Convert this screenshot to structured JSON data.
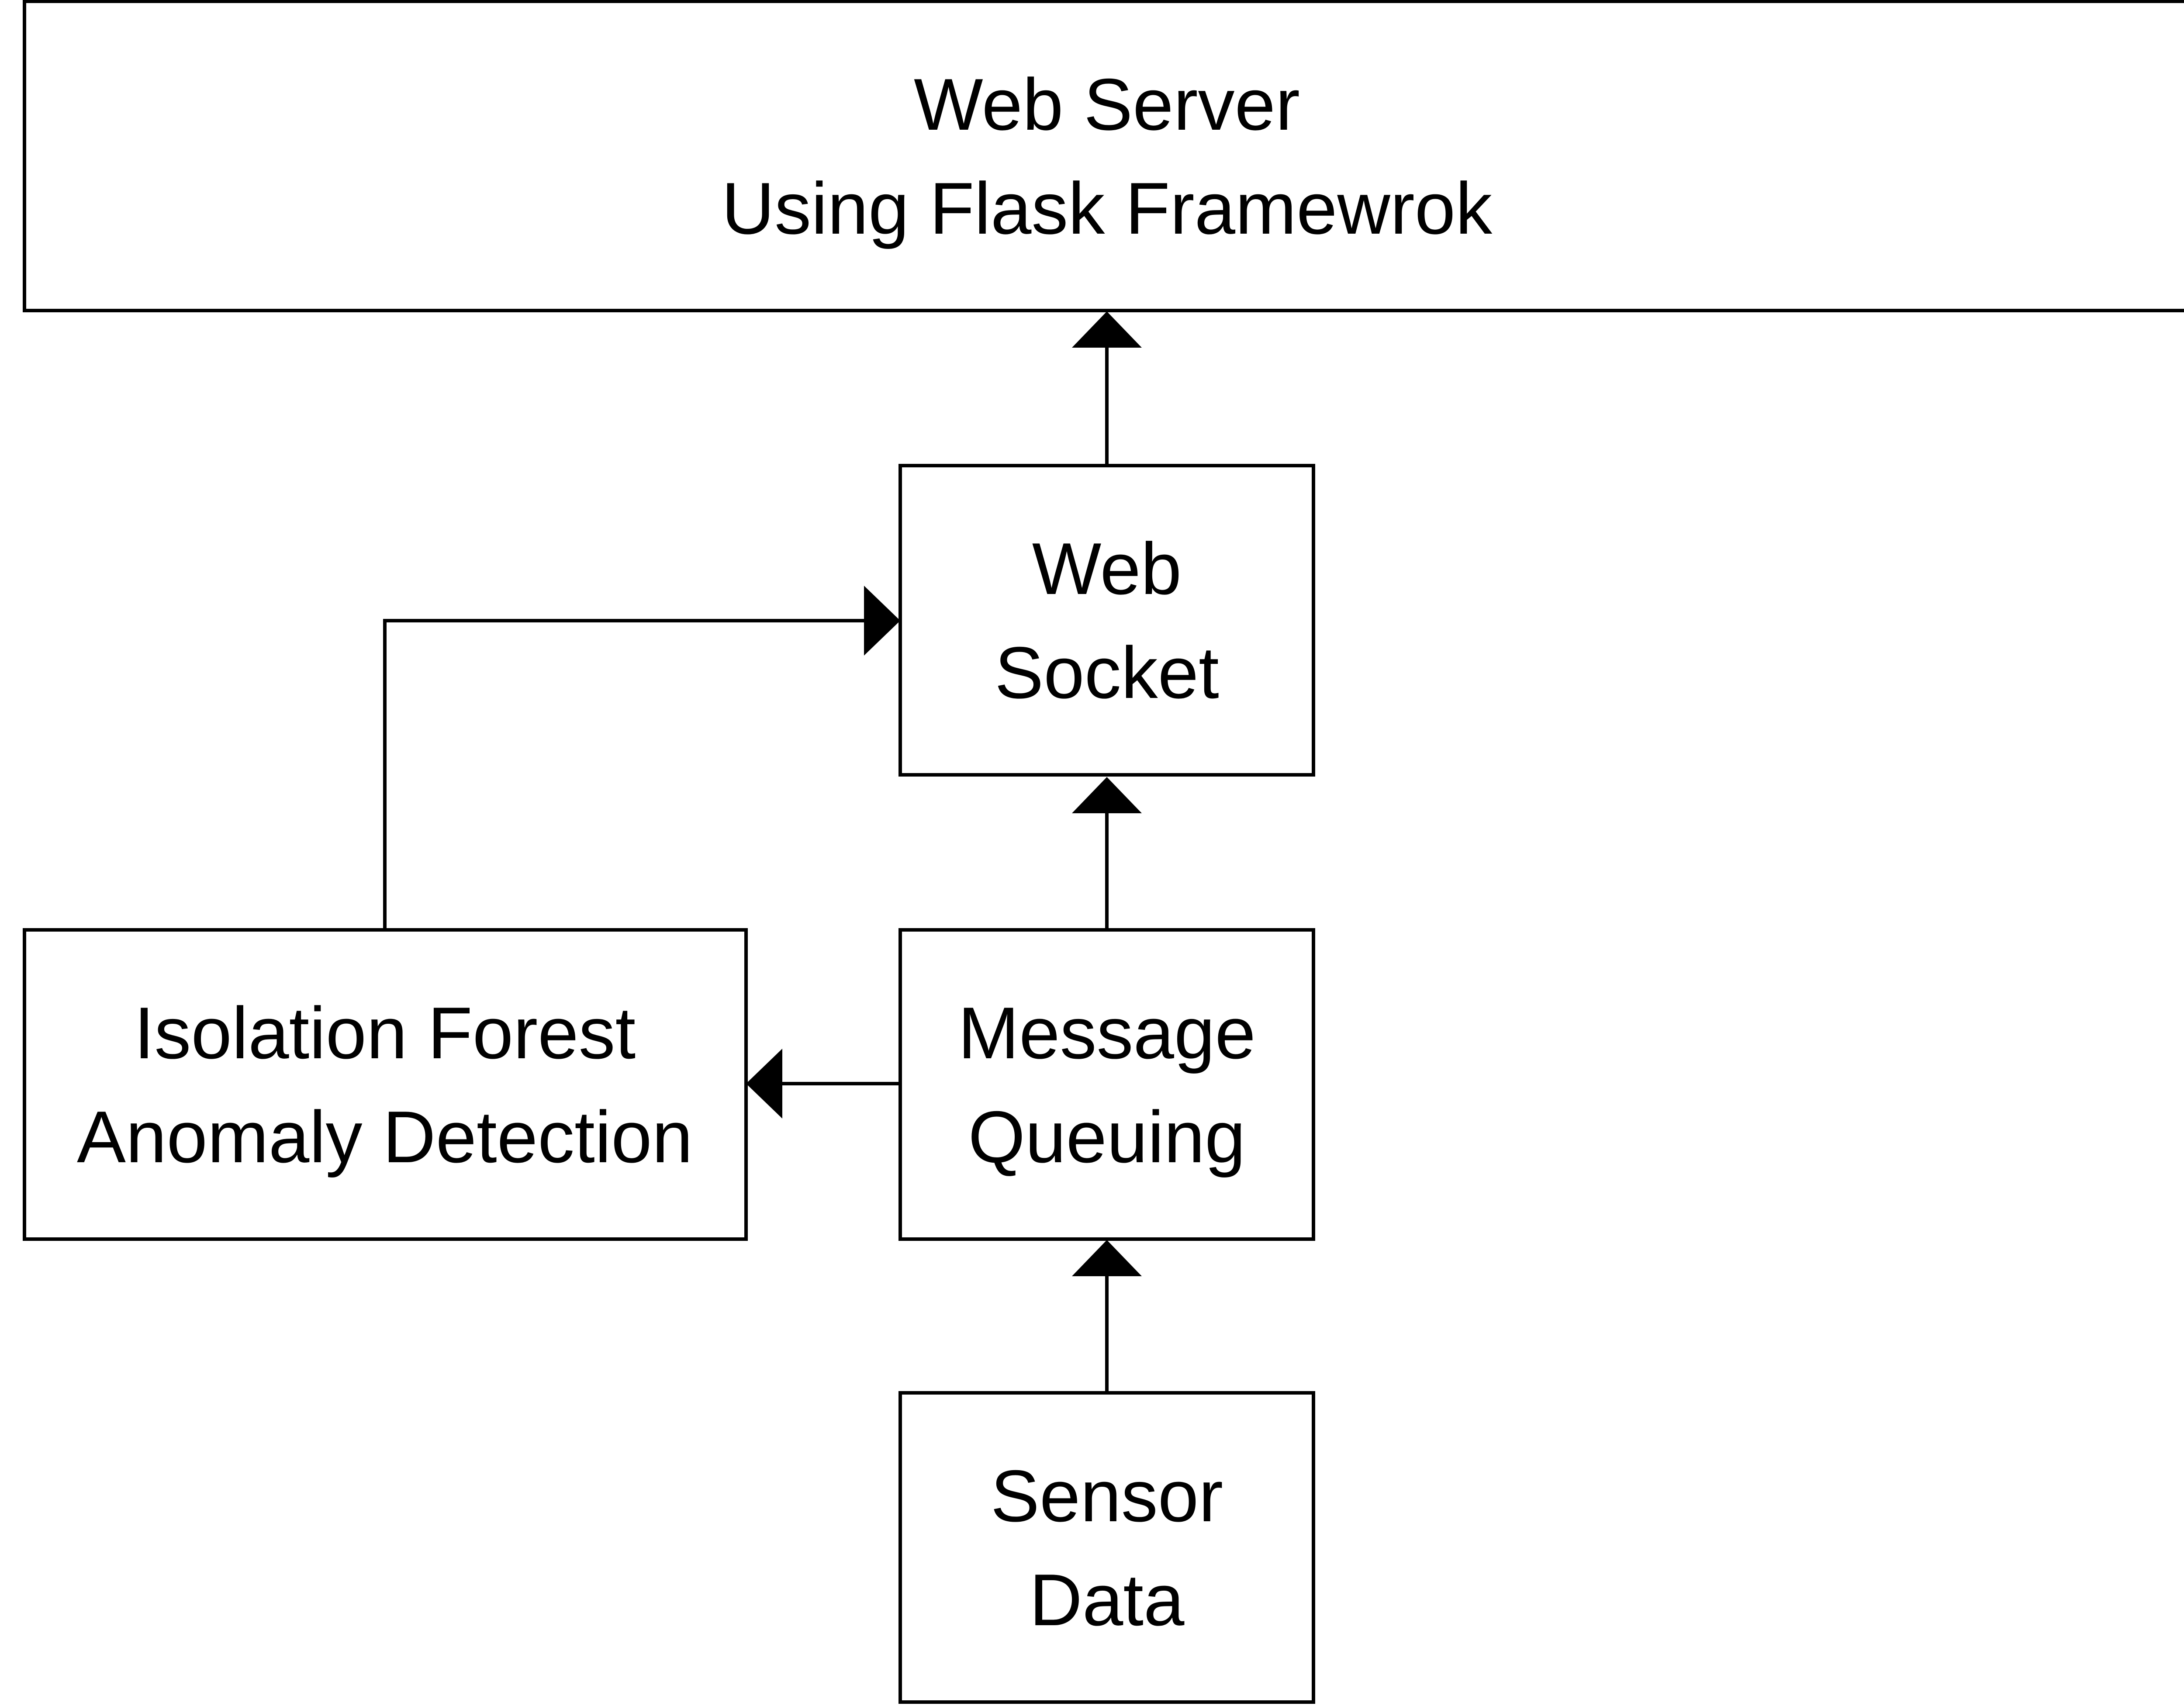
{
  "nodes": {
    "web_server": {
      "lines": [
        "Web Server",
        "Using Flask Framewrok"
      ]
    },
    "web_socket": {
      "lines": [
        "Web",
        "Socket"
      ]
    },
    "isolation_forest": {
      "lines": [
        "Isolation Forest",
        "Anomaly Detection"
      ]
    },
    "message_queuing": {
      "lines": [
        "Message",
        "Queuing"
      ]
    },
    "sensor_data": {
      "lines": [
        "Sensor",
        "Data"
      ]
    }
  },
  "edges": [
    {
      "from": "sensor_data",
      "to": "message_queuing"
    },
    {
      "from": "message_queuing",
      "to": "web_socket"
    },
    {
      "from": "message_queuing",
      "to": "isolation_forest"
    },
    {
      "from": "isolation_forest",
      "to": "web_socket"
    },
    {
      "from": "web_socket",
      "to": "web_server"
    }
  ],
  "colors": {
    "stroke": "#000000",
    "fill": "#ffffff",
    "text": "#000000"
  }
}
